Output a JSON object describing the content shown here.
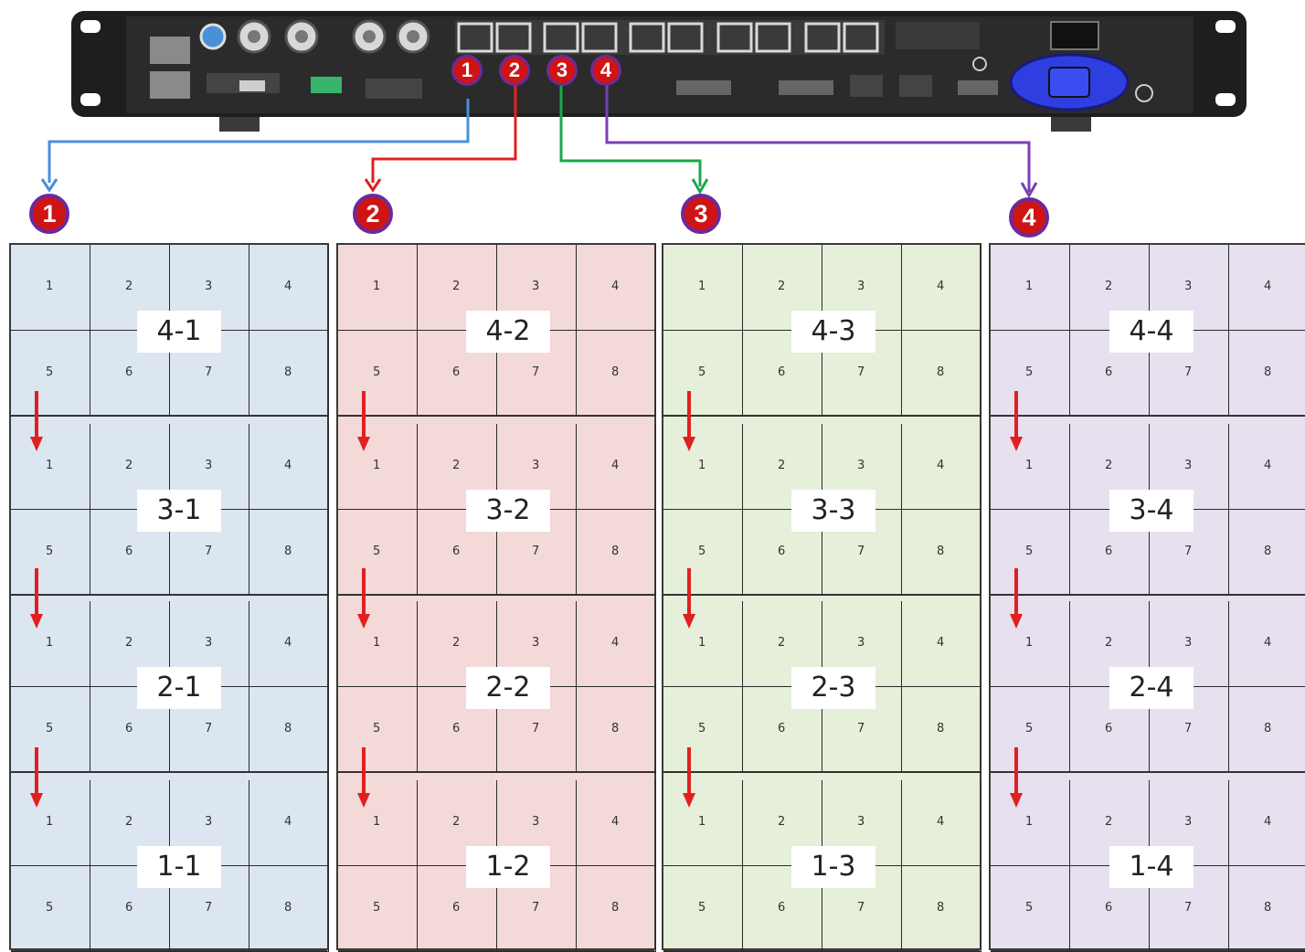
{
  "device": {
    "ports": [
      "1",
      "2",
      "3",
      "4"
    ]
  },
  "outputs": [
    {
      "badge": "1",
      "color": "#4a90d9",
      "fill": "#dce6f1"
    },
    {
      "badge": "2",
      "color": "#e02020",
      "fill": "#f4d9d9"
    },
    {
      "badge": "3",
      "color": "#1aa84a",
      "fill": "#e6efd9"
    },
    {
      "badge": "4",
      "color": "#7a3fb5",
      "fill": "#e6e0ef"
    }
  ],
  "columns": [
    {
      "cabinets": [
        "4-1",
        "3-1",
        "2-1",
        "1-1"
      ]
    },
    {
      "cabinets": [
        "4-2",
        "3-2",
        "2-2",
        "1-2"
      ]
    },
    {
      "cabinets": [
        "4-3",
        "3-3",
        "2-3",
        "1-3"
      ]
    },
    {
      "cabinets": [
        "4-4",
        "3-4",
        "2-4",
        "1-4"
      ]
    }
  ],
  "module_numbers": [
    "1",
    "2",
    "3",
    "4",
    "5",
    "6",
    "7",
    "8"
  ],
  "arrow_color": "#e02020"
}
